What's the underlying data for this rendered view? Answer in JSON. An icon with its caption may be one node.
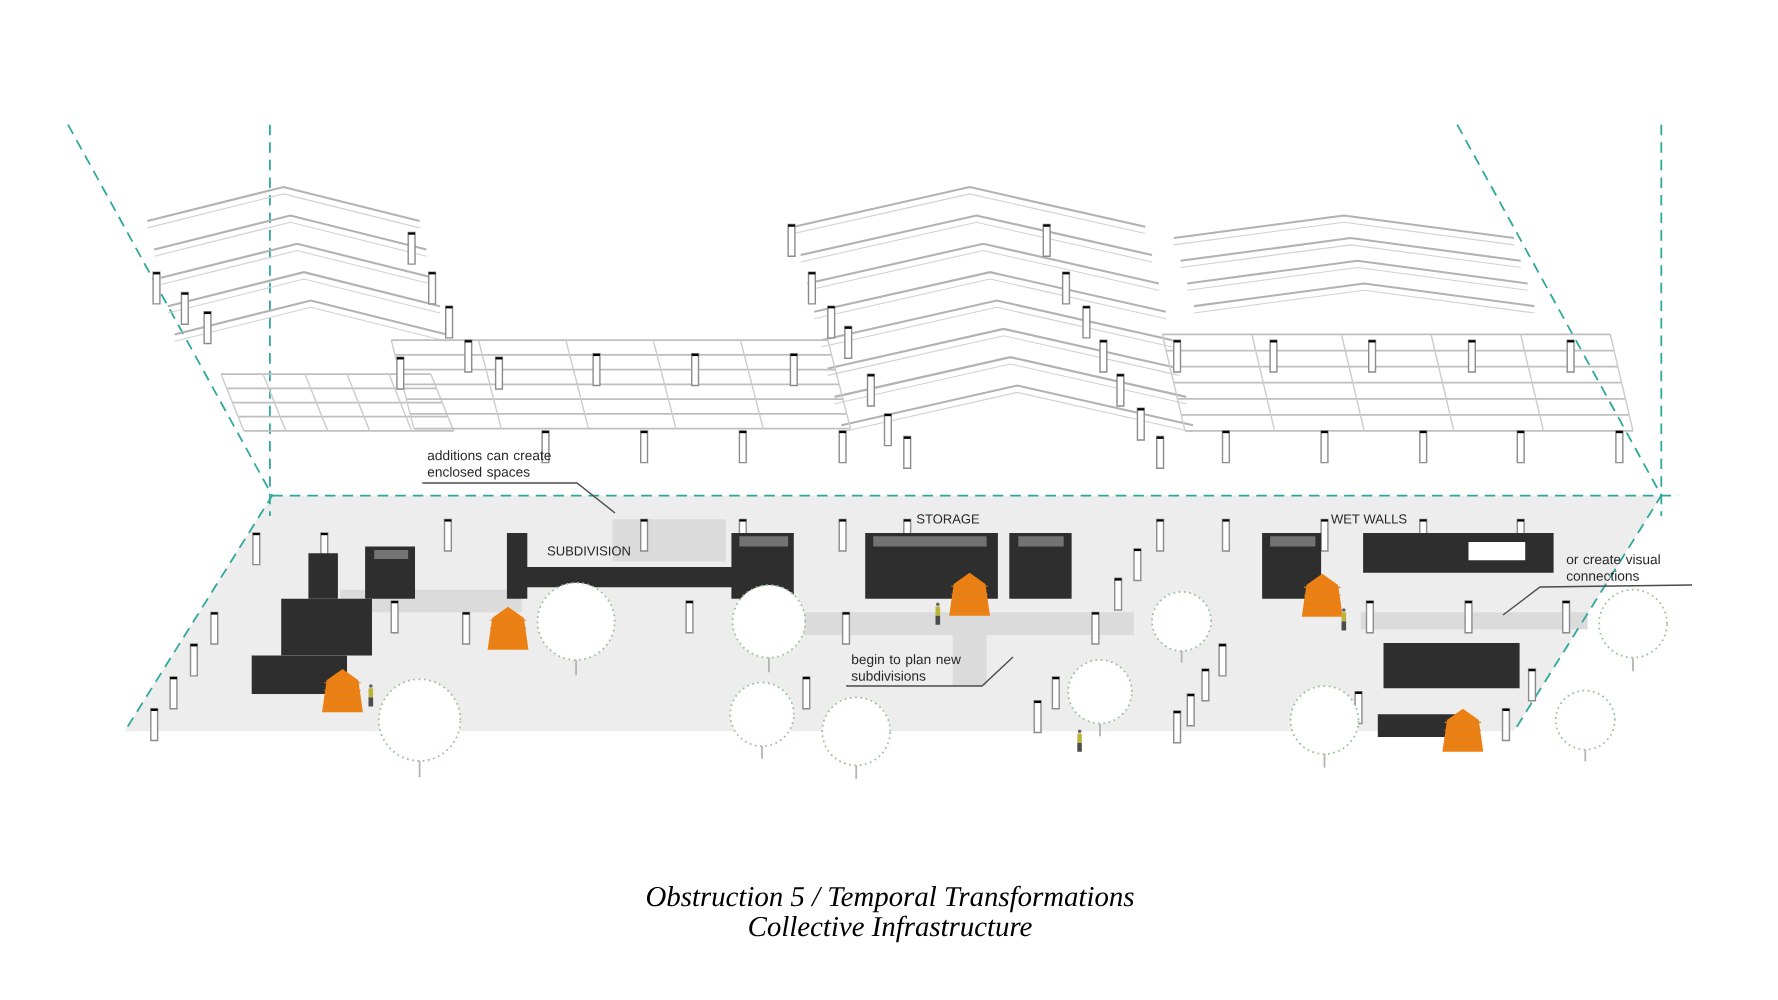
{
  "diagram": {
    "title": "Obstruction 5 / Temporal Transformations",
    "caption": "Collective Infrastructure",
    "nodes": [
      {
        "text": [
          "additions can create enclosed spaces"
        ]
      },
      {
        "text": [
          "begin to plan new subdivisions"
        ]
      },
      {
        "text": [
          "or create visual connections"
        ]
      }
    ],
    "edges": [
      {
        "from": 0,
        "to": null,
        "arrow": "none"
      },
      {
        "from": 1,
        "to": null,
        "arrow": "none"
      },
      {
        "from": 2,
        "to": null,
        "arrow": "none"
      }
    ],
    "labels": [
      "SUBDIVISION",
      "STORAGE",
      "WET WALLS"
    ]
  }
}
